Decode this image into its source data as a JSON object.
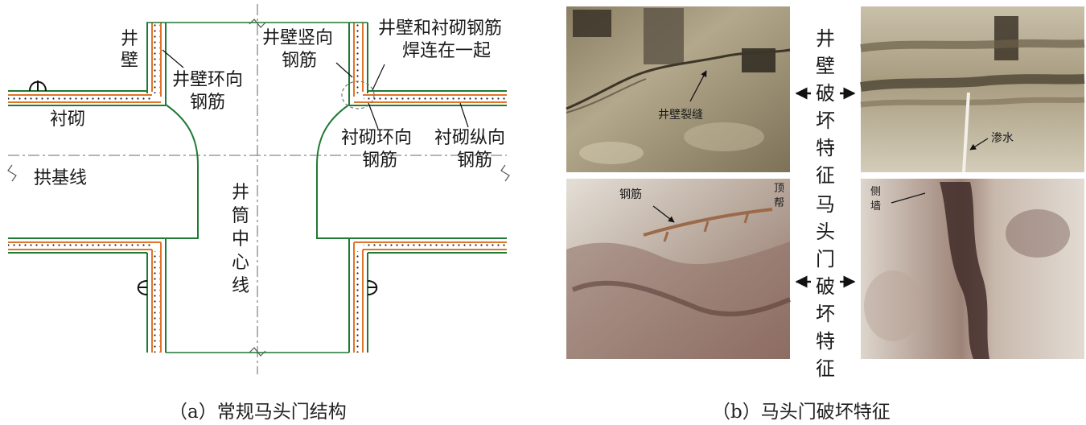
{
  "diagram_a": {
    "labels": {
      "shaft_wall": "井壁",
      "shaft_wall_hoop_rebar": "井壁环向钢筋",
      "lining": "衬砌",
      "arch_springing_line": "拱基线",
      "shaft_center_line": "井筒中心线",
      "shaft_wall_vertical_rebar": "井壁竖向钢筋",
      "welded_note": "井壁和衬砌钢筋焊连在一起",
      "lining_hoop_rebar": "衬砌环向钢筋",
      "lining_longitudinal_rebar": "衬砌纵向钢筋"
    },
    "caption": "（a）常规马头门结构",
    "colors": {
      "concrete": "#1f7a34",
      "rebar": "#e0742a",
      "dots": "#222222"
    }
  },
  "photos_b": {
    "top_left_label": "井壁裂缝",
    "top_right_label": "渗水",
    "top_side_label": "井壁破坏特征",
    "bottom_left_label": "钢筋",
    "bottom_left_corner_label": "顶帮",
    "bottom_right_corner_label": "侧墙",
    "bottom_side_label": "马头门破坏特征",
    "caption": "（b）马头门破坏特征"
  }
}
